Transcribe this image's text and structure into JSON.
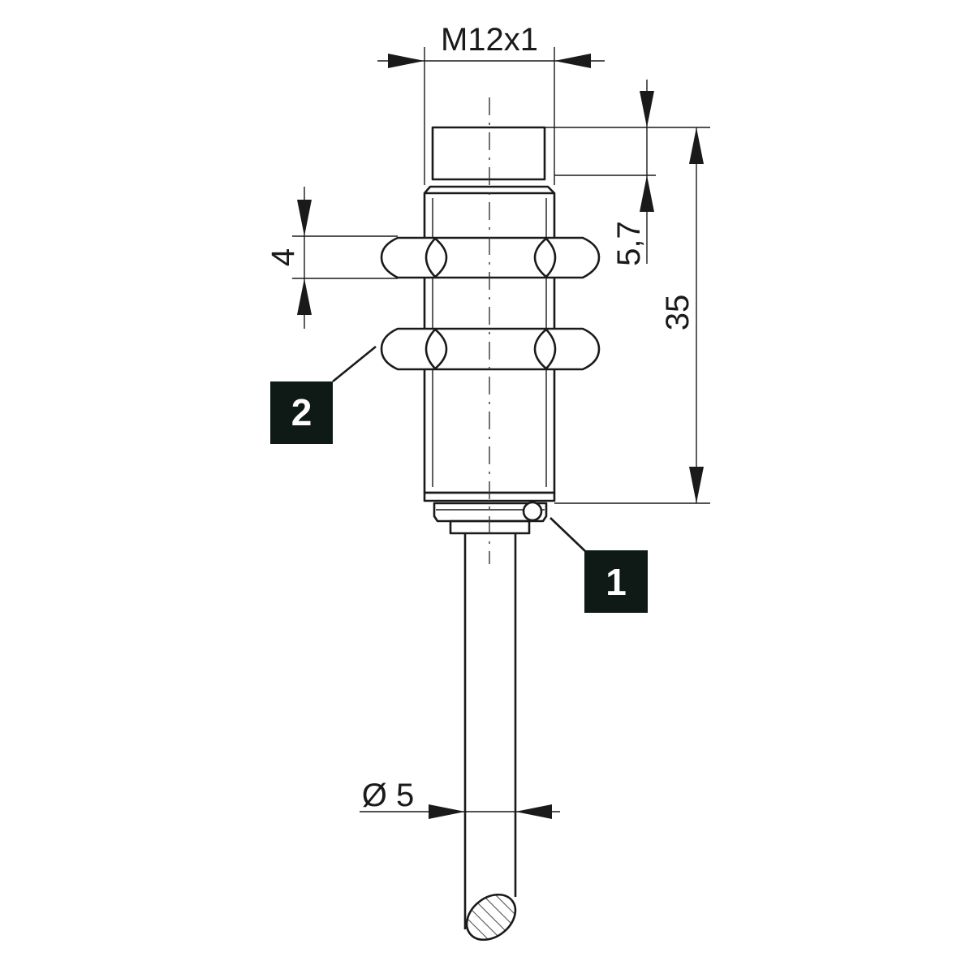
{
  "dimensions": {
    "thread": "M12x1",
    "nut_thickness": "4",
    "sensing_face_length": "5,7",
    "body_length": "35",
    "cable_diameter": "Ø 5"
  },
  "callouts": {
    "led": "1",
    "nuts": "2"
  },
  "colors": {
    "line": "#1a1a1a",
    "callout_background": "#0f1a17",
    "callout_text": "#ffffff",
    "background": "#ffffff"
  }
}
